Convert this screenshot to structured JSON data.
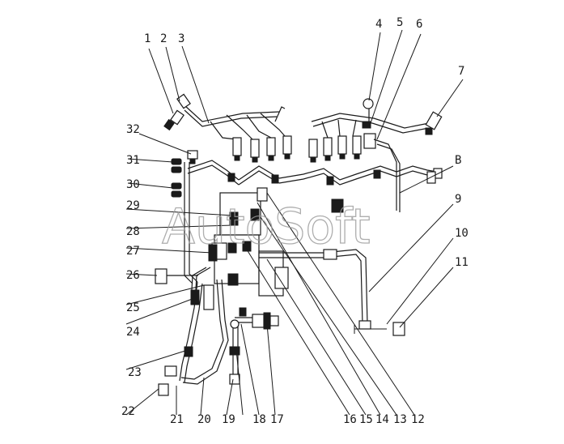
{
  "watermark": "AutoSoft",
  "callouts": [
    "1",
    "2",
    "3",
    "4",
    "5",
    "6",
    "7",
    "B",
    "9",
    "10",
    "11",
    "12",
    "13",
    "14",
    "15",
    "16",
    "17",
    "18",
    "19",
    "20",
    "21",
    "22",
    "23",
    "24",
    "25",
    "26",
    "27",
    "28",
    "29",
    "30",
    "31",
    "32"
  ],
  "line_color": "#1a1a1a",
  "watermark_color": "#9a9a9a"
}
